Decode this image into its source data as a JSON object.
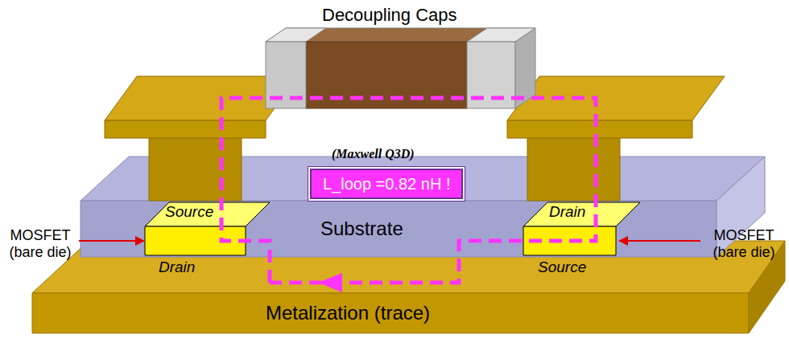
{
  "diagram": {
    "nodes": [
      {
        "text": [
          "L_loop =0.82 nH !"
        ]
      }
    ],
    "labels": [
      "Decoupling Caps",
      "(Maxwell Q3D)",
      "Source",
      "Drain",
      "Substrate",
      "Drain",
      "Source",
      "MOSFET (bare die)",
      "MOSFET (bare die)",
      "Metalization (trace)"
    ]
  }
}
